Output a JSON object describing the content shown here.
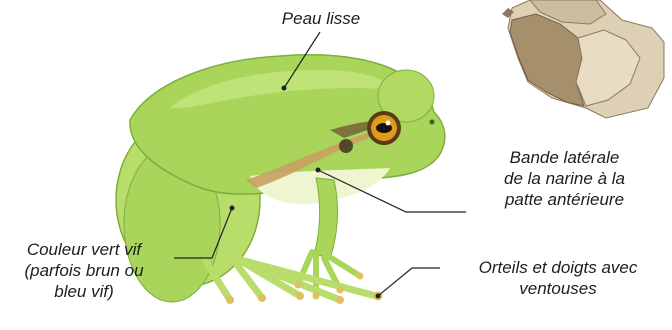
{
  "labels": {
    "peau": "Peau lisse",
    "bande": [
      "Bande latérale",
      "de la narine à la",
      "patte antérieure"
    ],
    "couleur": [
      "Couleur vert vif",
      "(parfois brun ou",
      "bleu vif)"
    ],
    "orteils": [
      "Orteils et doigts avec",
      "ventouses"
    ]
  },
  "colors": {
    "frog_body": "#a9d65a",
    "frog_light": "#d4ec8a",
    "frog_dark": "#7fb23a",
    "stripe": "#c9a060",
    "eye": "#e09a1a",
    "map_dark": "#a6906c",
    "map_light": "#ddd0b4",
    "leader_line": "#222222"
  }
}
